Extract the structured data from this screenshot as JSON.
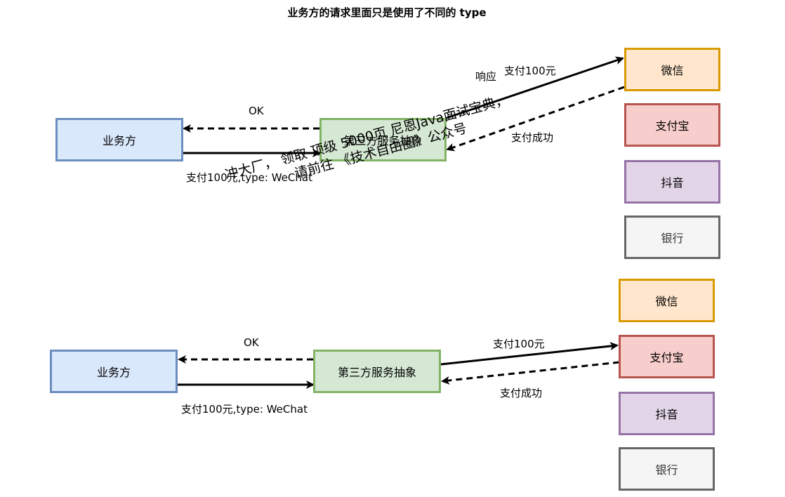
{
  "title": "业务方的请求里面只是使用了不同的 type",
  "diagram1": {
    "business": "业务方",
    "abstraction": "第三方服务抽象",
    "providers": [
      "微信",
      "支付宝",
      "抖音",
      "银行"
    ],
    "label_ok": "OK",
    "label_request": "支付100元,type: WeChat",
    "label_response": "响应",
    "label_pay": "支付100元",
    "label_success": "支付成功"
  },
  "diagram2": {
    "business": "业务方",
    "abstraction": "第三方服务抽象",
    "providers": [
      "微信",
      "支付宝",
      "抖音",
      "银行"
    ],
    "label_ok": "OK",
    "label_request": "支付100元,type: WeChat",
    "label_pay": "支付100元",
    "label_success": "支付成功"
  },
  "watermark": {
    "line1": "冲大厂， 领取 顶级 5000页 尼恩Java面试宝典，",
    "line2": "请前往 《技术自由圈》公众号"
  }
}
